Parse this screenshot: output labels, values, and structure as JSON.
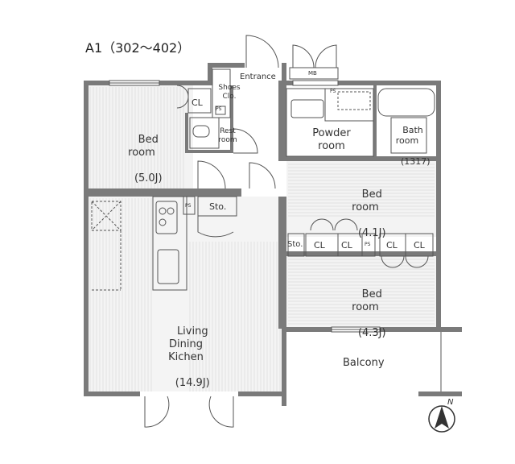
{
  "plan": {
    "unit_title": "A1（302〜402）",
    "rooms": {
      "bedroom_west": {
        "name": "Bed\nroom",
        "size": "(5.0J)"
      },
      "bedroom_east_upper": {
        "name": "Bed\nroom",
        "size": "(4.1J)"
      },
      "bedroom_east_lower": {
        "name": "Bed\nroom",
        "size": "(4.3J)"
      },
      "ldk": {
        "name": "Living\nDining\nKichen",
        "size": "(14.9J)"
      },
      "powder": {
        "name": "Powder\nroom"
      },
      "bath": {
        "name": "Bath\nroom",
        "size": "(1317)"
      },
      "rest": {
        "name": "Rest\nroom"
      },
      "shoes": {
        "name": "Shoes\nClo."
      },
      "entrance": {
        "name": "Entrance"
      },
      "balcony": {
        "name": "Balcony"
      }
    },
    "storage": {
      "cl": "CL",
      "sto": "Sto.",
      "ps": "PS",
      "mb": "MB"
    },
    "compass": {
      "letter": "N"
    }
  }
}
